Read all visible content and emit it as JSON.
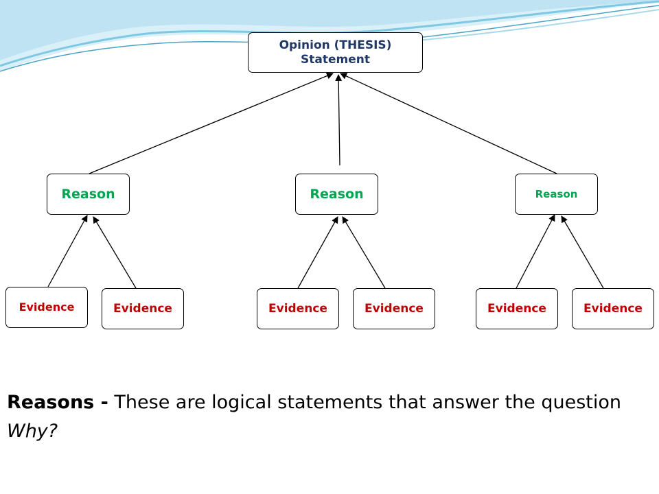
{
  "colors": {
    "thesis_text": "#1f3864",
    "reason_text": "#00a651",
    "evidence_text": "#c00000",
    "wave_light": "#bfe3f2",
    "wave_mid": "#7ec8e3",
    "wave_dark": "#4aa3c7"
  },
  "thesis": {
    "line1": "Opinion (THESIS)",
    "line2": "Statement"
  },
  "reasons": [
    "Reason",
    "Reason",
    "Reason"
  ],
  "evidence": [
    "Evidence",
    "Evidence",
    "Evidence",
    "Evidence",
    "Evidence",
    "Evidence"
  ],
  "caption": {
    "term": "Reasons -",
    "text": " These are logical statements that answer the question ",
    "emphasis": "Why?"
  }
}
